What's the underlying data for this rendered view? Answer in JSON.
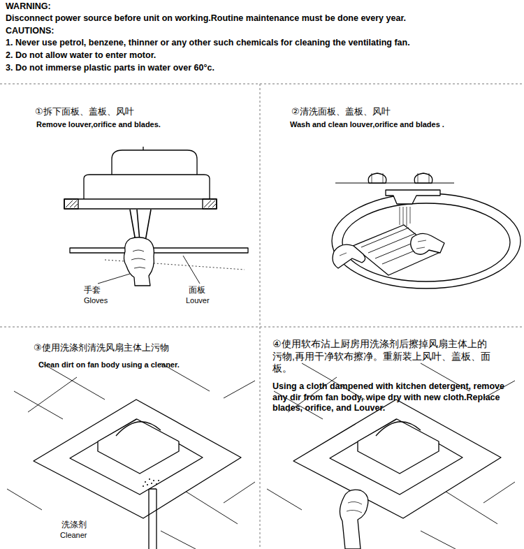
{
  "diagram": {
    "nodes": [
      {
        "text": [
          "①拆下面板、盖板、风叶",
          "Remove louver,orifice and blades."
        ]
      },
      {
        "text": [
          "②清洗面板、盖板、风叶",
          "Wash and clean louver,orifice and blades ."
        ]
      },
      {
        "text": [
          "③使用洗涤剂清洗风扇主体上污物",
          "Clean dirt on fan body using a cleaner."
        ]
      },
      {
        "text": [
          "④使用软布沾上厨房用洗涤剂后擦掉风扇主体上的污物,再用干净软布擦净。重新装上风叶、盖板、面板。",
          "Using a cloth dampened with kitchen detergent, remove any dir from fan body, wipe dry with new cloth.Replace blades, orifice, and Louver."
        ]
      }
    ],
    "labels": [
      "WARNING:",
      "Disconnect power source before unit on working.Routine maintenance must be done every year.",
      "CAUTIONS:",
      "1. Never use petrol, benzene, thinner or any other such chemicals for cleaning the ventilating fan.",
      "2. Do not allow water to enter motor.",
      "3. Do not immerse plastic parts in water over 60°c.",
      "手套",
      "Gloves",
      "面板",
      "Louver",
      "洗涤剂",
      "Cleaner"
    ]
  }
}
